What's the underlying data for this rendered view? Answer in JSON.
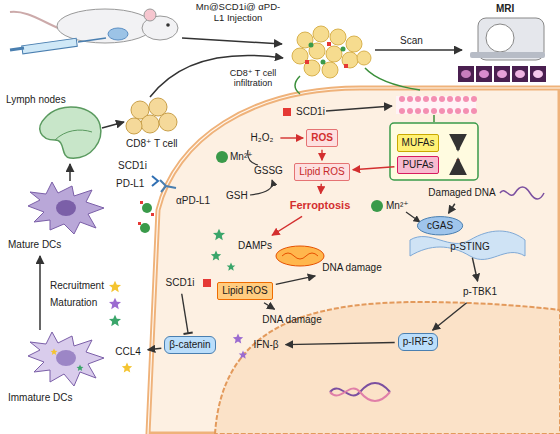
{
  "diagram": {
    "nodes": [
      {
        "text": [
          "H₂O₂"
        ]
      },
      {
        "text": [
          "ROS"
        ]
      },
      {
        "text": [
          "Lipid ROS"
        ]
      },
      {
        "text": [
          "Ferroptosis"
        ]
      },
      {
        "text": [
          "DAMPs"
        ]
      },
      {
        "text": [
          "MUFAs"
        ]
      },
      {
        "text": [
          "PUFAs"
        ]
      },
      {
        "text": [
          "Damaged DNA"
        ]
      },
      {
        "text": [
          "cGAS"
        ]
      },
      {
        "text": [
          "p-STING"
        ]
      },
      {
        "text": [
          "p-TBK1"
        ]
      },
      {
        "text": [
          "p-IRF3"
        ]
      },
      {
        "text": [
          "IFN-β"
        ]
      },
      {
        "text": [
          "Lipid ROS"
        ]
      },
      {
        "text": [
          "DNA damage"
        ]
      },
      {
        "text": [
          "DNA damage"
        ]
      },
      {
        "text": [
          "SCD1i"
        ]
      },
      {
        "text": [
          "β-catenin"
        ]
      },
      {
        "text": [
          "CCL4"
        ]
      }
    ],
    "edges": [
      {
        "from": 0,
        "to": 1,
        "arrow": "to"
      },
      {
        "from": 1,
        "to": 2,
        "arrow": "to"
      },
      {
        "from": 2,
        "to": 3,
        "arrow": "to"
      },
      {
        "from": 3,
        "to": 4,
        "arrow": "to"
      },
      {
        "from": 6,
        "to": 2,
        "arrow": "to"
      },
      {
        "from": 7,
        "to": 8,
        "arrow": "to"
      },
      {
        "from": 9,
        "to": 10,
        "arrow": "to"
      },
      {
        "from": 10,
        "to": 11,
        "arrow": "to"
      },
      {
        "from": 11,
        "to": 12,
        "arrow": "to"
      },
      {
        "from": 13,
        "to": 14,
        "arrow": "to"
      },
      {
        "from": 13,
        "to": 15,
        "arrow": "to"
      },
      {
        "from": 16,
        "to": 17,
        "arrow": "none"
      },
      {
        "from": 17,
        "to": 18,
        "arrow": "to"
      }
    ],
    "labels": [
      "Mn@SCD1i@ αPD-L1 Injection",
      "Scan",
      "MRI",
      "CD8⁺ T cell infiltration",
      "Lymph nodes",
      "CD8⁺ T cell",
      "Mature DCs",
      "Recruitment",
      "Maturation",
      "Immature DCs",
      "SCD1i",
      "PD-L1",
      "αPD-L1",
      "Mn²⁺",
      "GSSG",
      "GSH",
      "SCD1i",
      "Mn²⁺"
    ]
  }
}
